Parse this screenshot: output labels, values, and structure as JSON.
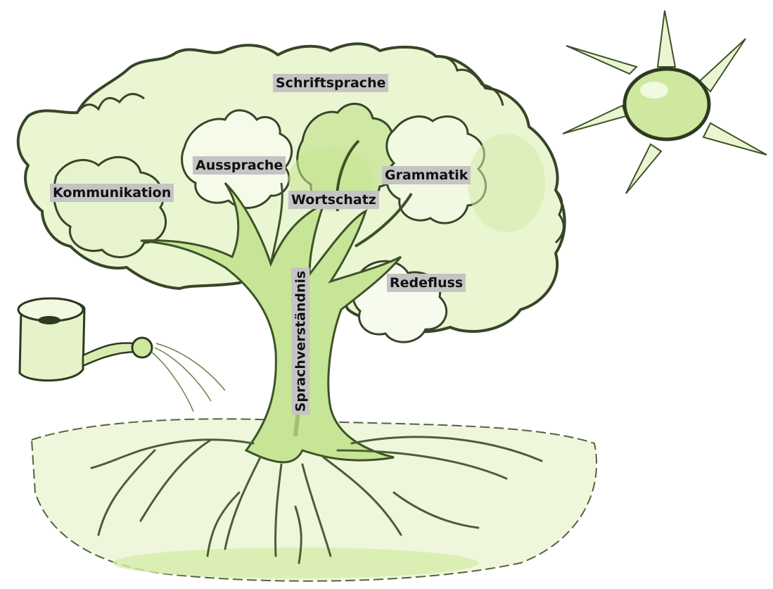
{
  "diagram": {
    "labels": {
      "schriftsprache": "Schriftsprache",
      "aussprache": "Aussprache",
      "kommunikation": "Kommunikation",
      "wortschatz": "Wortschatz",
      "grammatik": "Grammatik",
      "redefluss": "Redefluss",
      "sprachverstaendnis": "Sprachverständnis"
    },
    "colors": {
      "leaf_fill": "#d9efb0",
      "leaf_outline": "#3c4a2a",
      "trunk_fill": "#bfe08a",
      "trunk_shadow": "#6f8f45",
      "label_bg": "#c4c4c4",
      "label_text": "#111111",
      "sun_fill": "#cfe8a0",
      "can_fill": "#e6f2c8"
    },
    "icons": [
      "tree-illustration",
      "sun-icon",
      "watering-can-icon",
      "ground-mound"
    ]
  }
}
